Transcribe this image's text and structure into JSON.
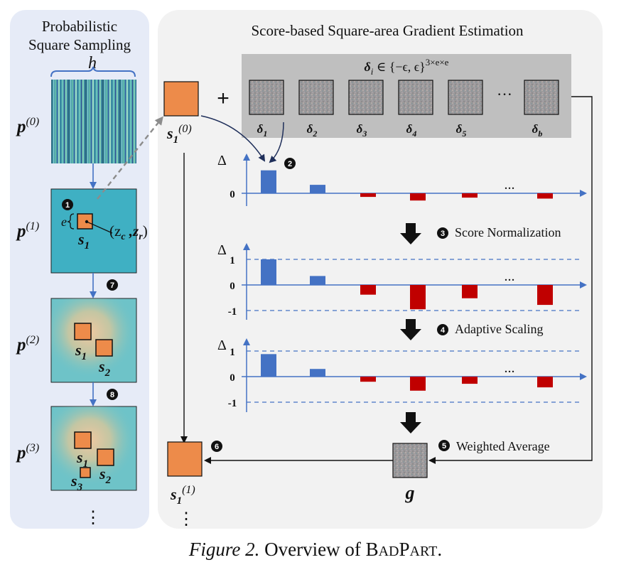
{
  "left_panel": {
    "title_line1": "Probabilistic",
    "title_line2": "Square Sampling",
    "h_label": "h",
    "e_label": "e",
    "p0": "p",
    "p0_sup": "(0)",
    "p1": "p",
    "p1_sup": "(1)",
    "p2": "p",
    "p2_sup": "(2)",
    "p3": "p",
    "p3_sup": "(3)",
    "s1": "s",
    "s1_sub": "1",
    "s2": "s",
    "s2_sub": "2",
    "s3": "s",
    "s3_sub": "3",
    "zc_zr": "(z",
    "zc_sub": "c",
    "zr_mid": " ,z",
    "zr_sub": "r",
    "zr_end": ")",
    "step1": "1",
    "step7": "7",
    "step8": "8",
    "vdots": "⋮"
  },
  "right_panel": {
    "title": "Score-based Square-area Gradient Estimation",
    "plus": "+",
    "delta_set": "δ",
    "delta_set_sub": "i",
    "delta_set_rest": " ∈ {−ϵ, ϵ}",
    "delta_set_sup": "3×e×e",
    "deltas": [
      {
        "label": "δ",
        "sub": "1"
      },
      {
        "label": "δ",
        "sub": "2"
      },
      {
        "label": "δ",
        "sub": "3"
      },
      {
        "label": "δ",
        "sub": "4"
      },
      {
        "label": "δ",
        "sub": "5"
      },
      {
        "label": "δ",
        "sub": "b"
      }
    ],
    "ellipsis": "···",
    "s1_0": "s",
    "s1_0_sub": "1",
    "s1_0_sup": "(0)",
    "s1_1": "s",
    "s1_1_sub": "1",
    "s1_1_sup": "(1)",
    "g_label": "g",
    "vdots": "⋮",
    "steps": {
      "step2": "2",
      "step3": "3",
      "step3_label": "Score Normalization",
      "step4": "4",
      "step4_label": "Adaptive Scaling",
      "step5": "5",
      "step5_label": "Weighted Average",
      "step6": "6"
    },
    "charts": [
      {
        "y_axis_label": "Δ",
        "y_ticks": [
          "0"
        ],
        "ellipsis": "...",
        "values": [
          0.95,
          0.35,
          -0.15,
          -0.3,
          -0.18,
          -0.22
        ],
        "colors": [
          "#4472c4",
          "#4472c4",
          "#c00000",
          "#c00000",
          "#c00000",
          "#c00000"
        ]
      },
      {
        "y_axis_label": "Δ",
        "y_ticks": [
          "1",
          "0",
          "-1"
        ],
        "ellipsis": "...",
        "values": [
          1.0,
          0.35,
          -0.38,
          -0.95,
          -0.52,
          -0.78
        ],
        "colors": [
          "#4472c4",
          "#4472c4",
          "#c00000",
          "#c00000",
          "#c00000",
          "#c00000"
        ]
      },
      {
        "y_axis_label": "Δ",
        "y_ticks": [
          "1",
          "0",
          "-1"
        ],
        "ellipsis": "...",
        "values": [
          0.88,
          0.3,
          -0.2,
          -0.55,
          -0.28,
          -0.42
        ],
        "colors": [
          "#4472c4",
          "#4472c4",
          "#c00000",
          "#c00000",
          "#c00000",
          "#c00000"
        ]
      }
    ]
  },
  "caption": {
    "figure": "Figure 2.",
    "text_before": " Overview of ",
    "badpart_b": "B",
    "badpart_ad": "AD",
    "badpart_p": "P",
    "badpart_art": "ART",
    "text_after": "."
  },
  "colors": {
    "left_panel_bg": "#e6ebf7",
    "right_panel_bg": "#f2f2f2",
    "orange_square": "#ed8b4a",
    "teal_map": "#3fb0c3",
    "blue_bar": "#4472c4",
    "red_bar": "#c00000",
    "axis_blue": "#4472c4",
    "arrow_navy": "#1f2f5a",
    "gray_box": "#bfbfbf"
  }
}
